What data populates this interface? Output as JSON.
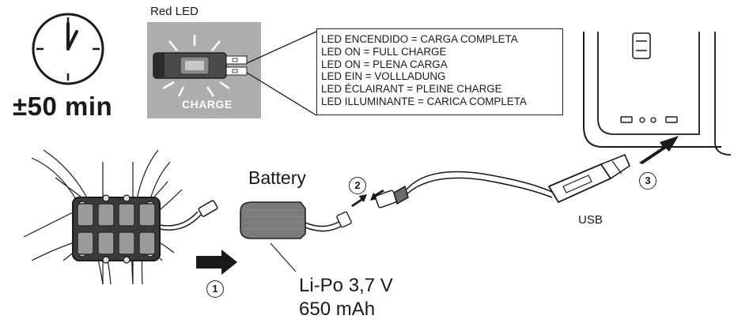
{
  "time": {
    "label": "±50 min"
  },
  "led_panel": {
    "title": "Red LED",
    "charge_label": "CHARGE"
  },
  "led_meanings": [
    "LED ENCENDIDO = CARGA COMPLETA",
    "LED ON = FULL CHARGE",
    "LED ON = PLENA CARGA",
    "LED EIN = VOLLLADUNG",
    "LED ÉCLAIRANT = PLEINE CHARGE",
    "LED ILLUMINANTE = CARICA COMPLETA"
  ],
  "battery": {
    "label": "Battery",
    "spec_voltage": "Li-Po 3,7 V",
    "spec_capacity": "650 mAh"
  },
  "usb": {
    "label": "USB"
  },
  "steps": [
    "1",
    "2",
    "3"
  ]
}
